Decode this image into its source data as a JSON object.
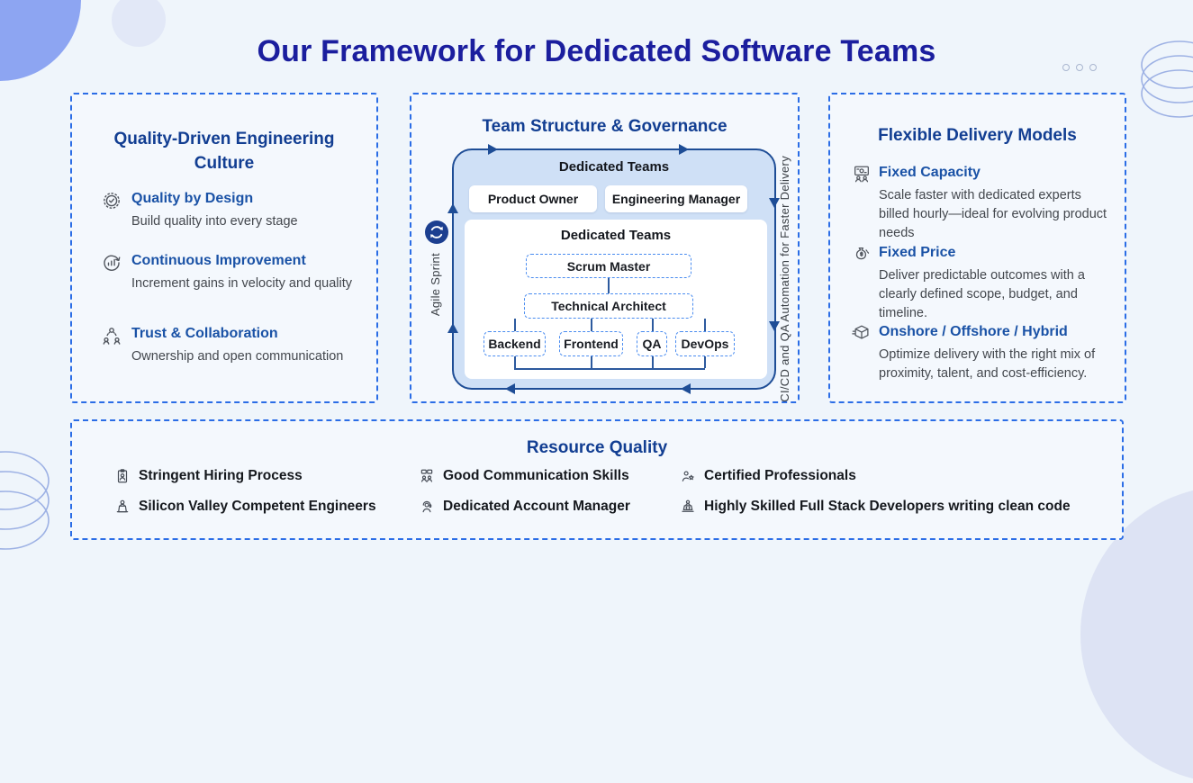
{
  "title": "Our Framework for Dedicated Software Teams",
  "quality_panel": {
    "heading": "Quality-Driven Engineering Culture",
    "items": [
      {
        "icon": "badge-check-icon",
        "title": "Quality by Design",
        "desc": "Build quality into every stage"
      },
      {
        "icon": "continuous-improvement-icon",
        "title": "Continuous Improvement",
        "desc": "Increment gains in velocity and quality"
      },
      {
        "icon": "collaboration-icon",
        "title": "Trust & Collaboration",
        "desc": "Ownership and open communication"
      }
    ]
  },
  "structure_panel": {
    "heading": "Team Structure & Governance",
    "outer_group_label": "Dedicated Teams",
    "roles": [
      "Product Owner",
      "Engineering Manager"
    ],
    "inner_group_label": "Dedicated Teams",
    "lead_role": "Scrum Master",
    "architect_role": "Technical Architect",
    "team_roles": [
      "Backend",
      "Frontend",
      "QA",
      "DevOps"
    ],
    "left_caption": "Agile Sprint",
    "right_caption": "CI/CD and QA Automation for Faster Delivery"
  },
  "delivery_panel": {
    "heading": "Flexible Delivery Models",
    "items": [
      {
        "icon": "fixed-capacity-icon",
        "title": "Fixed Capacity",
        "desc": "Scale faster with dedicated experts billed hourly—ideal for evolving product needs"
      },
      {
        "icon": "fixed-price-icon",
        "title": "Fixed Price",
        "desc": "Deliver predictable outcomes with a clearly defined scope, budget, and timeline."
      },
      {
        "icon": "shore-model-icon",
        "title": "Onshore / Offshore / Hybrid",
        "desc": "Optimize delivery with the right mix of proximity, talent, and cost-efficiency."
      }
    ]
  },
  "resource_panel": {
    "heading": "Resource Quality",
    "items": [
      {
        "icon": "hiring-process-icon",
        "label": "Stringent Hiring Process"
      },
      {
        "icon": "engineer-icon",
        "label": "Silicon Valley Competent Engineers"
      },
      {
        "icon": "communication-icon",
        "label": "Good Communication Skills"
      },
      {
        "icon": "account-manager-icon",
        "label": "Dedicated Account Manager"
      },
      {
        "icon": "certified-icon",
        "label": "Certified Professionals"
      },
      {
        "icon": "fullstack-icon",
        "label": "Highly Skilled Full Stack Developers writing clean code"
      }
    ]
  },
  "colors": {
    "background": "#eff5fb",
    "panel_border": "#2b6de6",
    "title": "#1b1e9e",
    "section_heading": "#123e92",
    "item_title": "#1a52a6",
    "body_text": "#43474d",
    "diagram_fill": "#cfe0f6",
    "diagram_border": "#1e4d96",
    "dashed_box_border": "#4a8cf0",
    "decoration_blue": "#8da5f2"
  }
}
